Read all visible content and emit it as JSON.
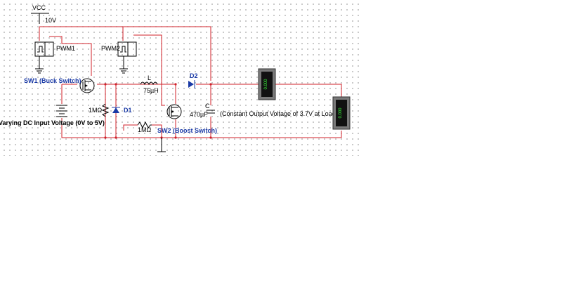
{
  "labels": {
    "vcc": "VCC",
    "vcc_value": "10V",
    "pwm1": "PWM1",
    "pwm2": "PWM2",
    "sw1": "SW1 (Buck Switch)",
    "sw2": "SW2 (Boost Switch)",
    "inductor_name": "L",
    "inductor_value": "75µH",
    "diode2": "D2",
    "diode1": "D1",
    "resistor1": "1MΩ",
    "resistor2": "1MΩ",
    "cap_name": "C",
    "cap_value": "470µF",
    "load_note": "(Constant Output Voltage of 3.7V at Load)",
    "input_note": "Varying DC Input Voltage (0V to 5V)"
  },
  "meters": [
    {
      "reading": "0.000"
    },
    {
      "reading": "0.000"
    }
  ]
}
